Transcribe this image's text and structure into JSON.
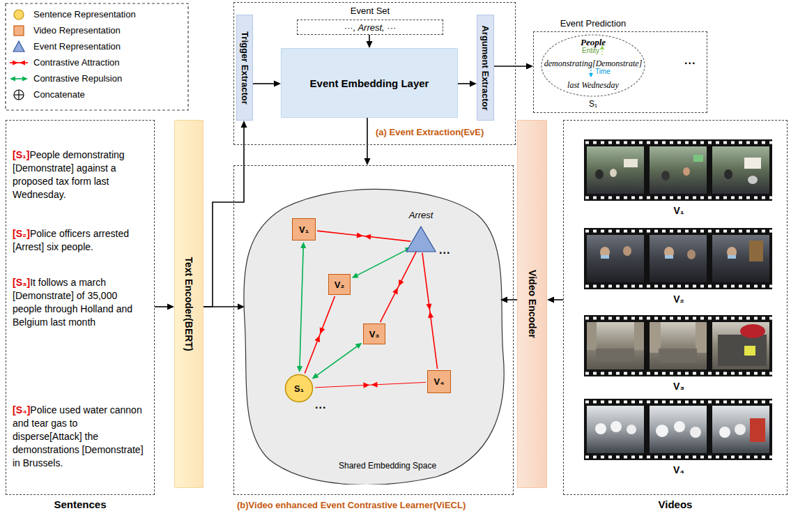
{
  "diagram": {
    "nodes": [
      {
        "text": [
          "(a) Event Extraction(EvE)"
        ]
      },
      {
        "text": [
          "Trigger Extractor"
        ],
        "in": 0
      },
      {
        "text": [
          "Event Set",
          "···, Arrest, ···"
        ],
        "in": 0
      },
      {
        "text": [
          "Event Embedding Layer"
        ],
        "in": 0
      },
      {
        "text": [
          "Argument Extractor"
        ],
        "in": 0
      },
      {
        "text": [
          "Event Prediction",
          "S₁"
        ]
      },
      {
        "text": [
          "People",
          "Entity",
          "demonstrating[Demonstrate]",
          "Time",
          "last Wednesday"
        ],
        "in": 5
      },
      {
        "text": [
          "[S₁]",
          "People demonstrating [Demonstrate] against a proposed tax form last Wednesday.",
          "[S₂]",
          "Police officers arrested [Arrest] six people.",
          "[S₃]",
          "It follows a march [Demonstrate] of 35,000 people through Holland and Belgium last month",
          "[S₄]",
          "Police used water cannon and tear gas to disperse[Attack] the demonstrations [Demonstrate] in Brussels.",
          "Sentences"
        ]
      },
      {
        "text": [
          "Text Encoder(BERT)"
        ]
      },
      {
        "text": [
          "(b)Video enhanced Event Contrastive Learner(ViECL)"
        ]
      },
      {
        "text": [
          "Shared Embedding Space"
        ],
        "in": 9
      },
      {
        "text": [
          "V₁"
        ],
        "in": 10
      },
      {
        "text": [
          "Arrest"
        ],
        "in": 10
      },
      {
        "text": [
          "V₂"
        ],
        "in": 10
      },
      {
        "text": [
          "V₃"
        ],
        "in": 10
      },
      {
        "text": [
          "S₁"
        ],
        "in": 10
      },
      {
        "text": [
          "V₄"
        ],
        "in": 10
      },
      {
        "text": [
          "Video Encoder"
        ]
      },
      {
        "text": [
          "Videos"
        ]
      },
      {
        "text": [
          "V₁"
        ],
        "in": 18
      },
      {
        "text": [
          "V₂"
        ],
        "in": 18
      },
      {
        "text": [
          "V₃"
        ],
        "in": 18
      },
      {
        "text": [
          "V₄"
        ],
        "in": 18
      }
    ],
    "edges": [
      {
        "from": 7,
        "to": 8,
        "arrow": "to"
      },
      {
        "from": 8,
        "to": 1,
        "arrow": "to"
      },
      {
        "from": 8,
        "to": 10,
        "arrow": "to"
      },
      {
        "from": 1,
        "to": 3,
        "arrow": "to"
      },
      {
        "from": 2,
        "to": 3,
        "arrow": "to"
      },
      {
        "from": 3,
        "to": 4,
        "arrow": "to"
      },
      {
        "from": 4,
        "to": 5,
        "arrow": "to"
      },
      {
        "from": 3,
        "to": 9,
        "arrow": "to"
      },
      {
        "from": 17,
        "to": 10,
        "arrow": "to"
      },
      {
        "from": 18,
        "to": 17,
        "arrow": "to"
      },
      {
        "from": 11,
        "to": 12,
        "arrow": "both"
      },
      {
        "from": 11,
        "to": 15,
        "arrow": "both"
      },
      {
        "from": 12,
        "to": 13,
        "arrow": "both"
      },
      {
        "from": 13,
        "to": 15,
        "arrow": "both"
      },
      {
        "from": 14,
        "to": 12,
        "arrow": "both"
      },
      {
        "from": 14,
        "to": 15,
        "arrow": "both"
      },
      {
        "from": 16,
        "to": 12,
        "arrow": "both"
      },
      {
        "from": 16,
        "to": 15,
        "arrow": "both"
      }
    ],
    "labels": [
      "...",
      "...",
      "..."
    ],
    "legend": [
      {
        "text": "Sentence Representation",
        "color": "#ffd966"
      },
      {
        "text": "Video Representation",
        "color": "#f4b183"
      },
      {
        "text": "Event Representation",
        "color": "#8faadc"
      },
      {
        "text": "Contrastive Attraction"
      },
      {
        "text": "Contrastive Repulsion"
      },
      {
        "text": "Concatenate"
      }
    ]
  }
}
